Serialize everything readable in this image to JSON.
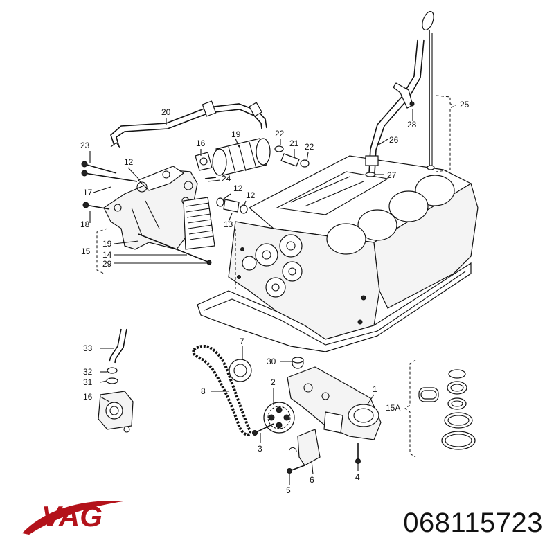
{
  "diagram": {
    "callouts": [
      "20",
      "19",
      "22",
      "21",
      "22",
      "16",
      "23",
      "12",
      "24",
      "12",
      "12",
      "17",
      "13",
      "18",
      "15",
      "19",
      "14",
      "29",
      "25",
      "28",
      "26",
      "27",
      "7",
      "30",
      "33",
      "32",
      "31",
      "16",
      "8",
      "2",
      "1",
      "15A",
      "3",
      "6",
      "4",
      "5"
    ]
  },
  "brand": {
    "logo_text": "VAG",
    "color": "#b3121a"
  },
  "part_number": "068115723"
}
